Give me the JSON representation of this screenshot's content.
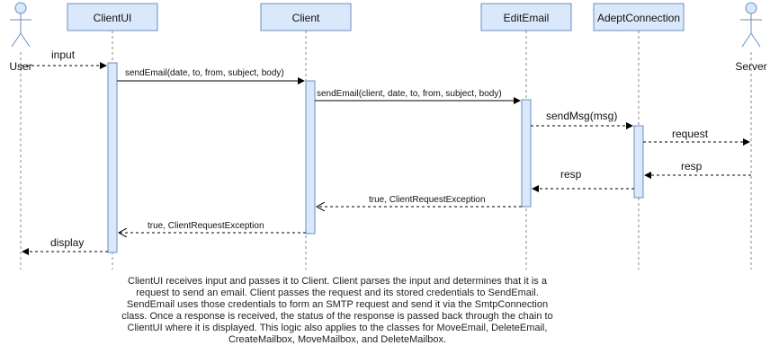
{
  "actors": {
    "user": "User",
    "server": "Server"
  },
  "participants": {
    "clientui": "ClientUI",
    "client": "Client",
    "editemail": "EditEmail",
    "adeptconnection": "AdeptConnection"
  },
  "messages": {
    "input": "input",
    "send_email_1": "sendEmail(date, to, from, subject, body)",
    "send_email_2": "sendEmail(client, date, to, from, subject, body)",
    "send_msg": "sendMsg(msg)",
    "request": "request",
    "resp_server": "resp",
    "resp_adept": "resp",
    "return_client": "true, ClientRequestException",
    "return_clientui": "true, ClientRequestException",
    "display": "display"
  },
  "caption": "ClientUI receives input and passes it to Client. Client parses the input and determines that it is a request to send an email. Client passes the request and its stored credentials to SendEmail. SendEmail uses those credentials to form an SMTP request and send it via the SmtpConnection class. Once a response is received, the status of the response is passed back through the chain to ClientUI where it is displayed. This logic also applies to the classes for MoveEmail, DeleteEmail, CreateMailbox, MoveMailbox, and DeleteMailbox.",
  "colors": {
    "box_fill": "#dae8fc",
    "box_stroke": "#6c8ebf",
    "line": "#000000",
    "lifeline": "#888888"
  }
}
